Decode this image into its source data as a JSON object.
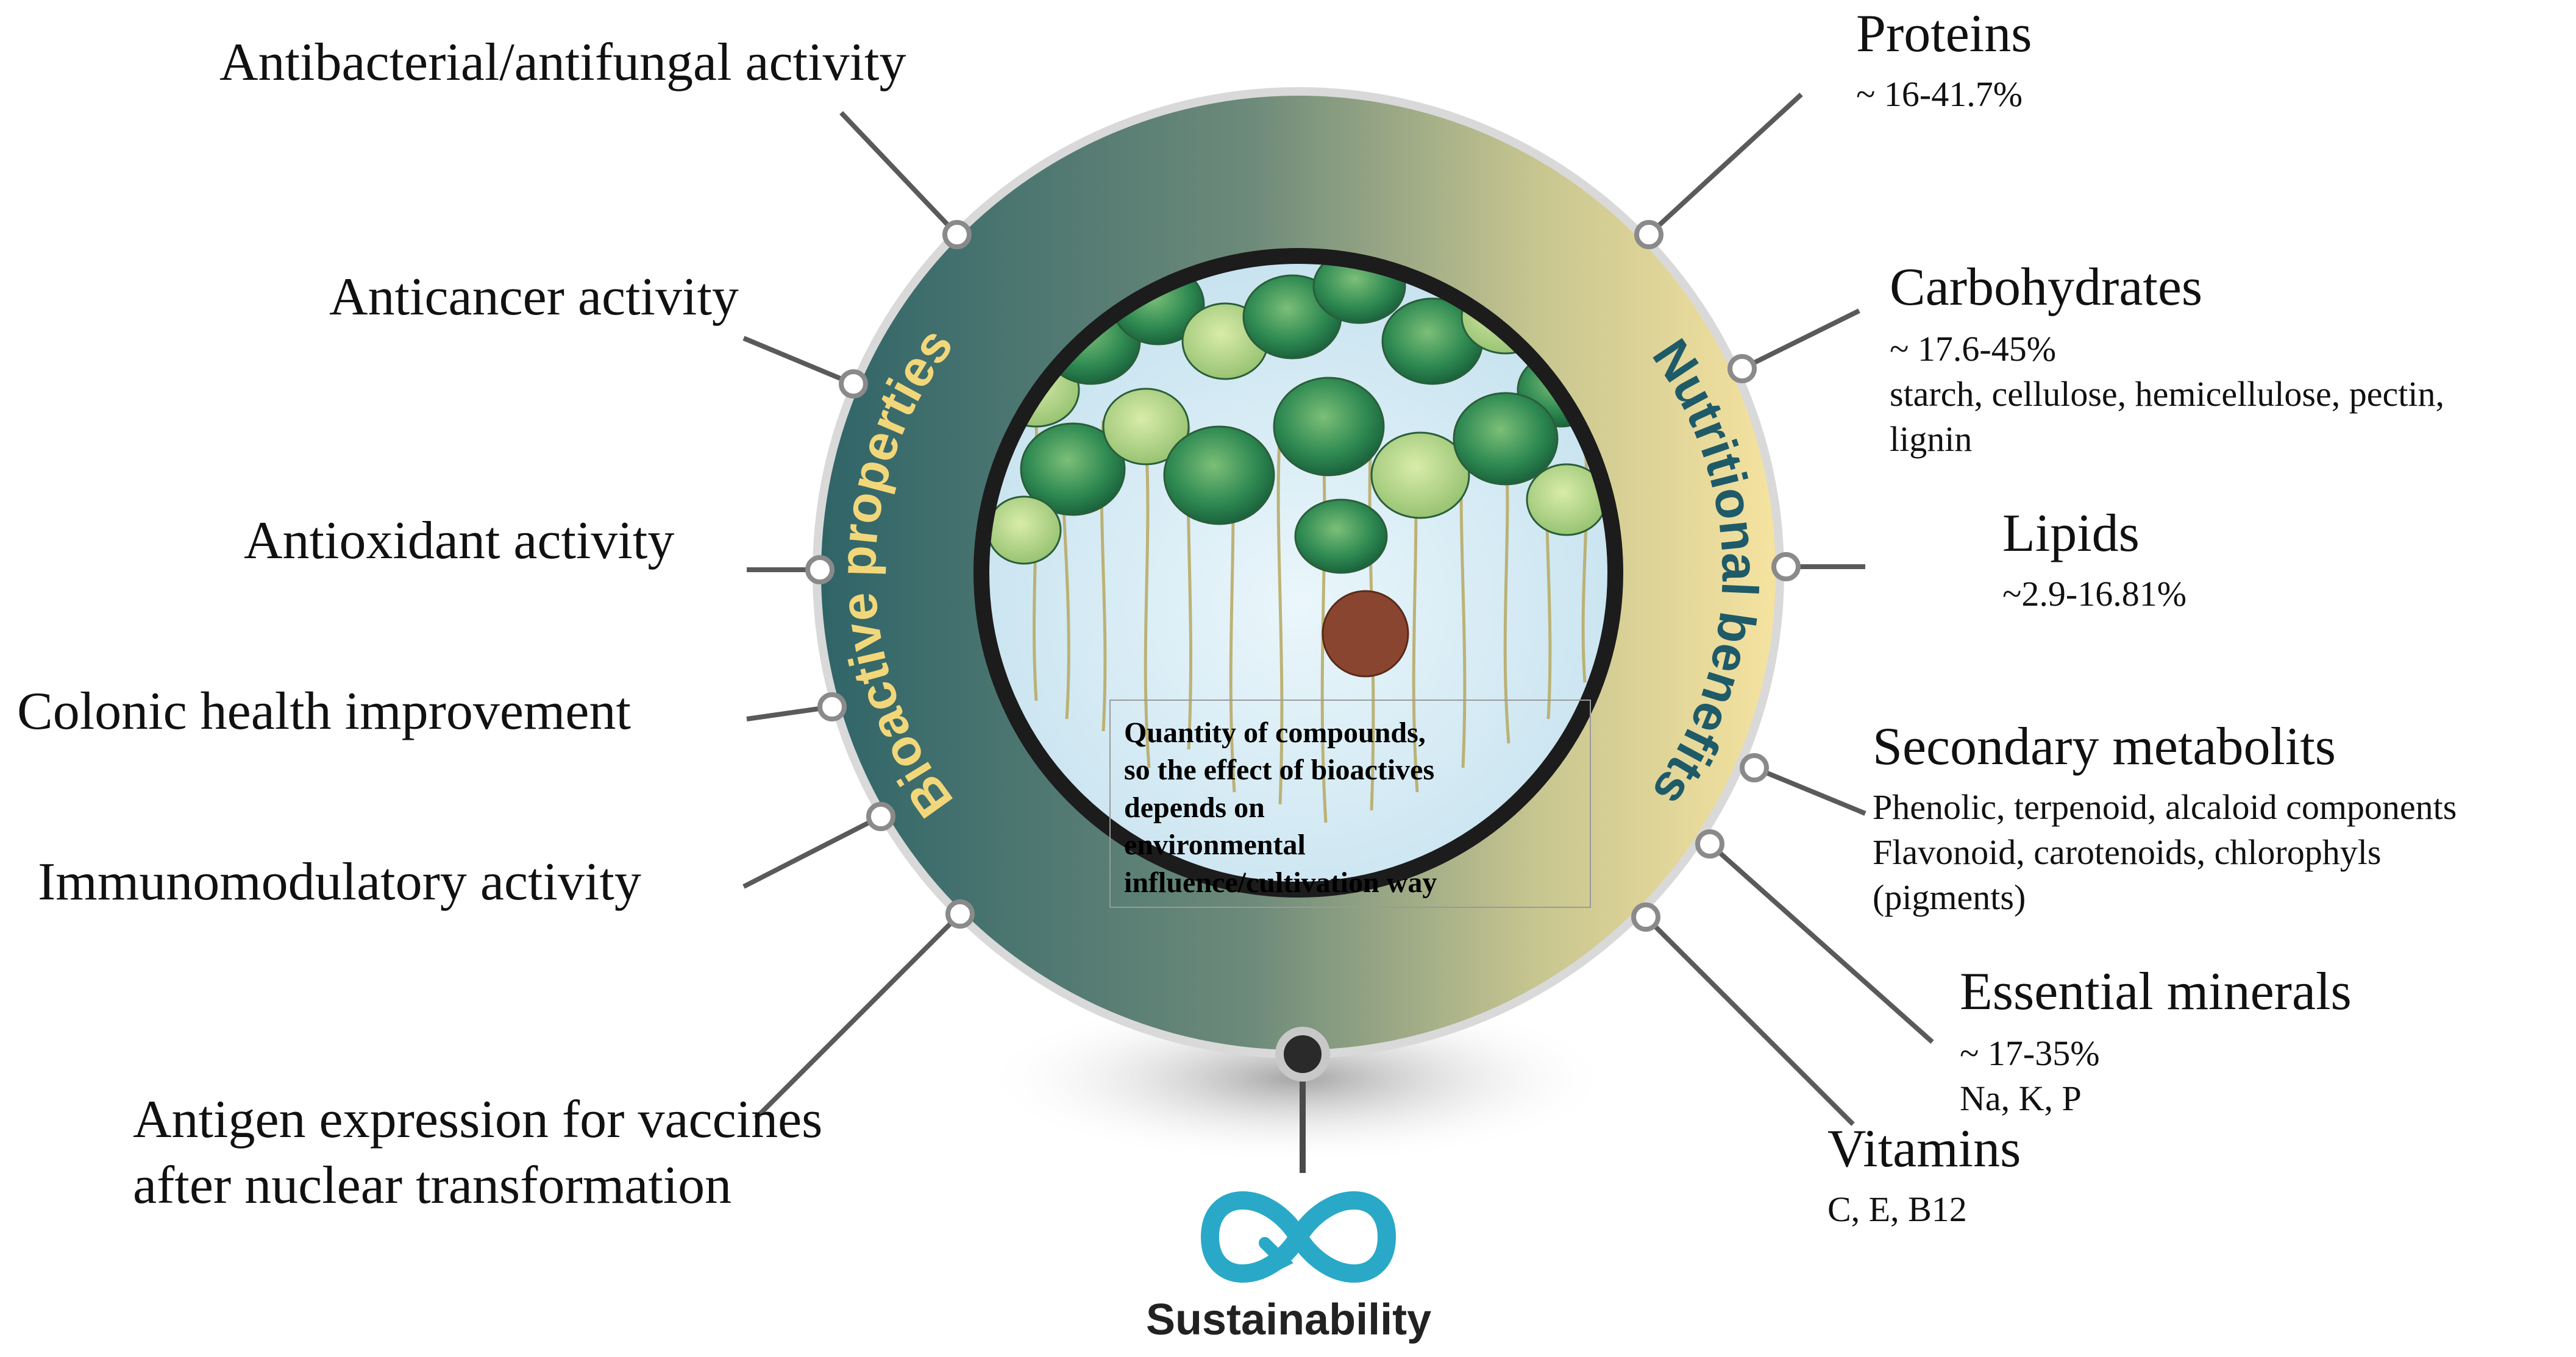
{
  "ring": {
    "left_label": "Bioactive properties",
    "right_label": "Nutritional benefits",
    "left_color": "#2f6468",
    "right_color": "#f6e3a0",
    "left_text_color": "#f2d77a",
    "right_text_color": "#1f5a68"
  },
  "center_note": "Quantity of compounds,\nso the effect of bioactives\ndepends on\n environmental\ninfluence/cultivation way",
  "bioactive_properties": [
    {
      "label": "Antibacterial/antifungal activity"
    },
    {
      "label": "Anticancer activity"
    },
    {
      "label": "Antioxidant activity"
    },
    {
      "label": "Colonic health improvement"
    },
    {
      "label": "Immunomodulatory activity"
    },
    {
      "label": "Antigen expression for vaccines",
      "label2": "after nuclear transformation"
    }
  ],
  "nutritional_benefits": [
    {
      "title": "Proteins",
      "lines": [
        "~ 16-41.7%"
      ]
    },
    {
      "title": "Carbohydrates",
      "lines": [
        "~ 17.6-45%",
        "starch, cellulose, hemicellulose, pectin,",
        "lignin"
      ]
    },
    {
      "title": "Lipids",
      "lines": [
        "~2.9-16.81%"
      ]
    },
    {
      "title": "Secondary metabolits",
      "lines": [
        "Phenolic, terpenoid, alcaloid components",
        "Flavonoid, carotenoids, chlorophyls",
        "(pigments)"
      ]
    },
    {
      "title": "Essential minerals",
      "lines": [
        "~ 17-35%",
        "Na, K, P"
      ]
    },
    {
      "title": "Vitamins",
      "lines": [
        "C, E, B12"
      ]
    }
  ],
  "bottom": {
    "label": "Sustainability",
    "icon": "infinity-icon",
    "icon_color": "#29a9c7"
  }
}
